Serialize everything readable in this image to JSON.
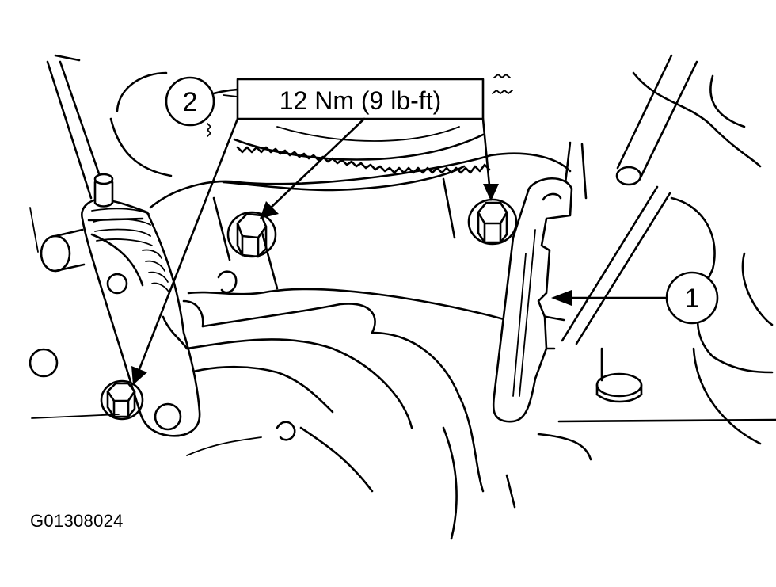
{
  "callouts": [
    {
      "number": "1"
    },
    {
      "number": "2",
      "spec": "12 Nm (9 lb-ft)"
    }
  ],
  "figure_id": "G01308024"
}
